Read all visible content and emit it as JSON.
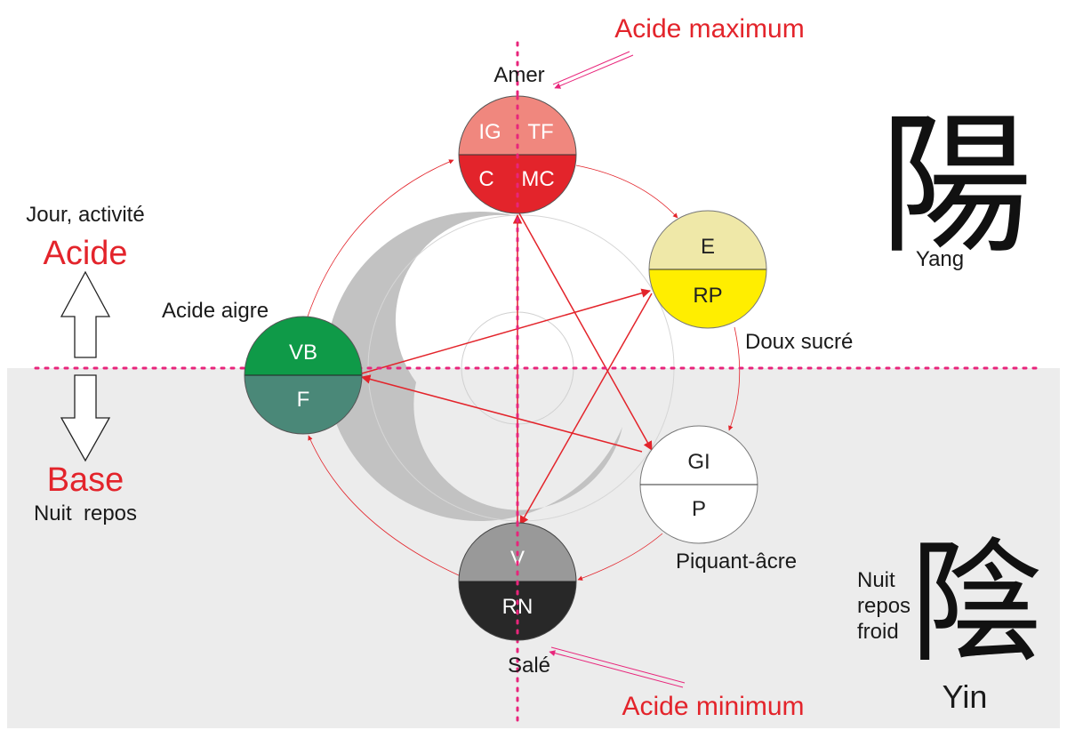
{
  "diagram": {
    "top_callout": "Acide maximum",
    "bottom_callout": "Acide minimum",
    "left_panel": {
      "day_label": "Jour, activité",
      "acid_label": "Acide",
      "base_label": "Base",
      "night_label": "Nuit  repos"
    },
    "yang": {
      "glyph": "陽",
      "label": "Yang"
    },
    "yin": {
      "glyph": "陰",
      "label": "Yin",
      "side_lines": [
        "Nuit",
        "repos",
        "froid"
      ]
    },
    "flavors": {
      "top": "Amer",
      "right": "Doux sucré",
      "left": "Acide aigre",
      "lower_right": "Piquant-âcre",
      "bottom": "Salé"
    },
    "organs": {
      "fire": {
        "top_left": "IG",
        "top_right": "TF",
        "bottom_left": "C",
        "bottom_right": "MC"
      },
      "earth": {
        "top": "E",
        "bottom": "RP"
      },
      "wood": {
        "top": "VB",
        "bottom": "F"
      },
      "metal": {
        "top": "GI",
        "bottom": "P"
      },
      "water": {
        "top": "V",
        "bottom": "RN"
      }
    },
    "colors": {
      "accent_red": "#e3242b",
      "callout_pink": "#e8257b",
      "yin_background": "#ececec",
      "fire_top": "#f0877e",
      "fire_bottom": "#e3242b",
      "earth_top": "#efe8a8",
      "earth_bottom": "#ffee00",
      "wood_top": "#0f9a48",
      "wood_bottom": "#4a8878",
      "water_top": "#999999",
      "water_bottom": "#282828",
      "metal": "#ffffff"
    }
  }
}
